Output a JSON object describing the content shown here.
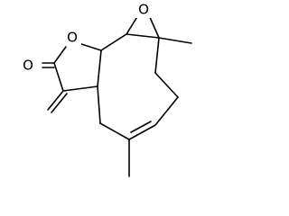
{
  "structure": {
    "atom_labels": {
      "carbonyl_oxygen": "O",
      "lactone_ring_oxygen": "O",
      "epoxide_oxygen": "O"
    },
    "line_color": "#000000",
    "background_color": "#ffffff"
  }
}
